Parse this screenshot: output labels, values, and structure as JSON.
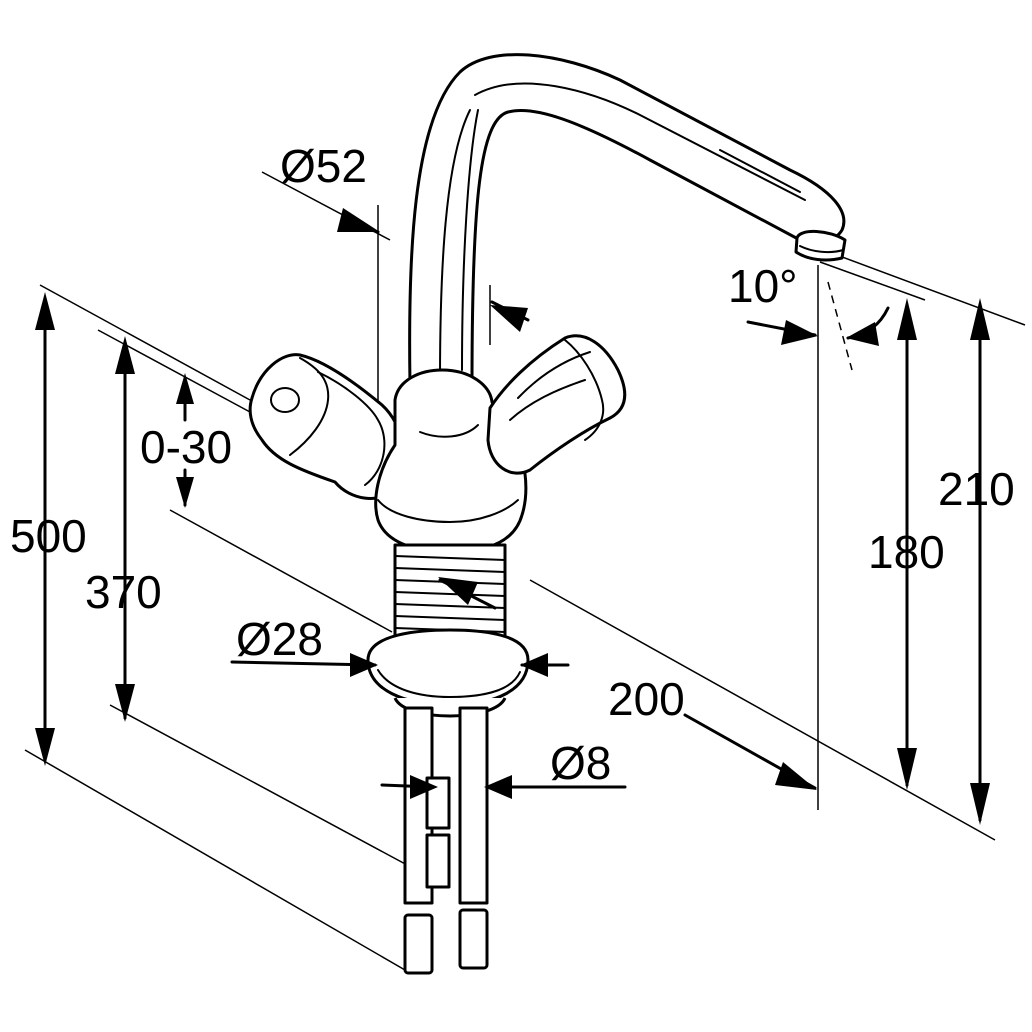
{
  "dimensions": {
    "diameter_spout": "Ø52",
    "angle_spray": "10°",
    "rotation_range": "0-30",
    "total_height": "500",
    "base_height": "370",
    "diameter_shank": "Ø28",
    "reach": "200",
    "diameter_hoses": "Ø8",
    "spout_clearance": "180",
    "spout_height": "210"
  }
}
